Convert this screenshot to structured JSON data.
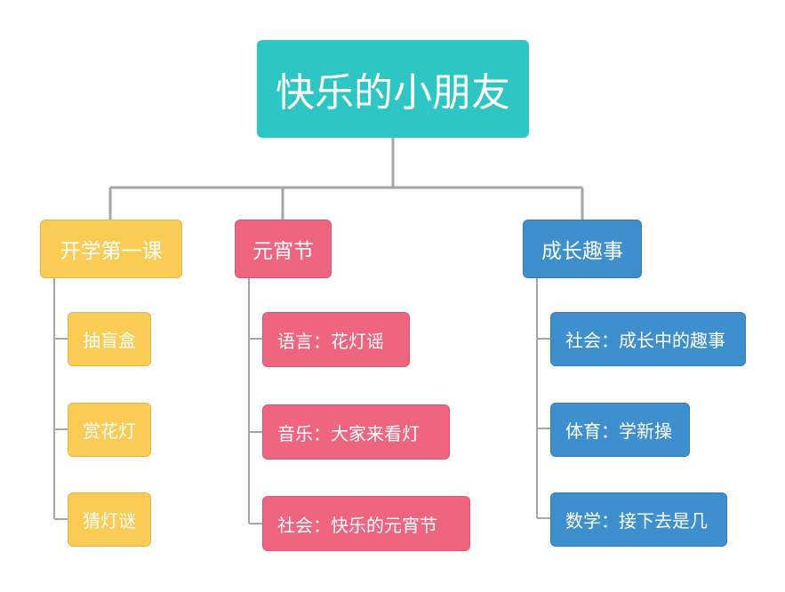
{
  "root": {
    "title": "快乐的小朋友"
  },
  "branches": [
    {
      "title": "开学第一课",
      "color": "#fbcc55",
      "items": [
        "抽盲盒",
        "赏花灯",
        "猜灯谜"
      ]
    },
    {
      "title": "元宵节",
      "color": "#ef6580",
      "items": [
        "语言：花灯谣",
        "音乐：大家来看灯",
        "社会：快乐的元宵节"
      ]
    },
    {
      "title": "成长趣事",
      "color": "#3d8fce",
      "items": [
        "社会：成长中的趣事",
        "体育：学新操",
        "数学：接下去是几"
      ]
    }
  ],
  "colors": {
    "root": "#2ec5c5",
    "connector": "#a6a6a6"
  }
}
